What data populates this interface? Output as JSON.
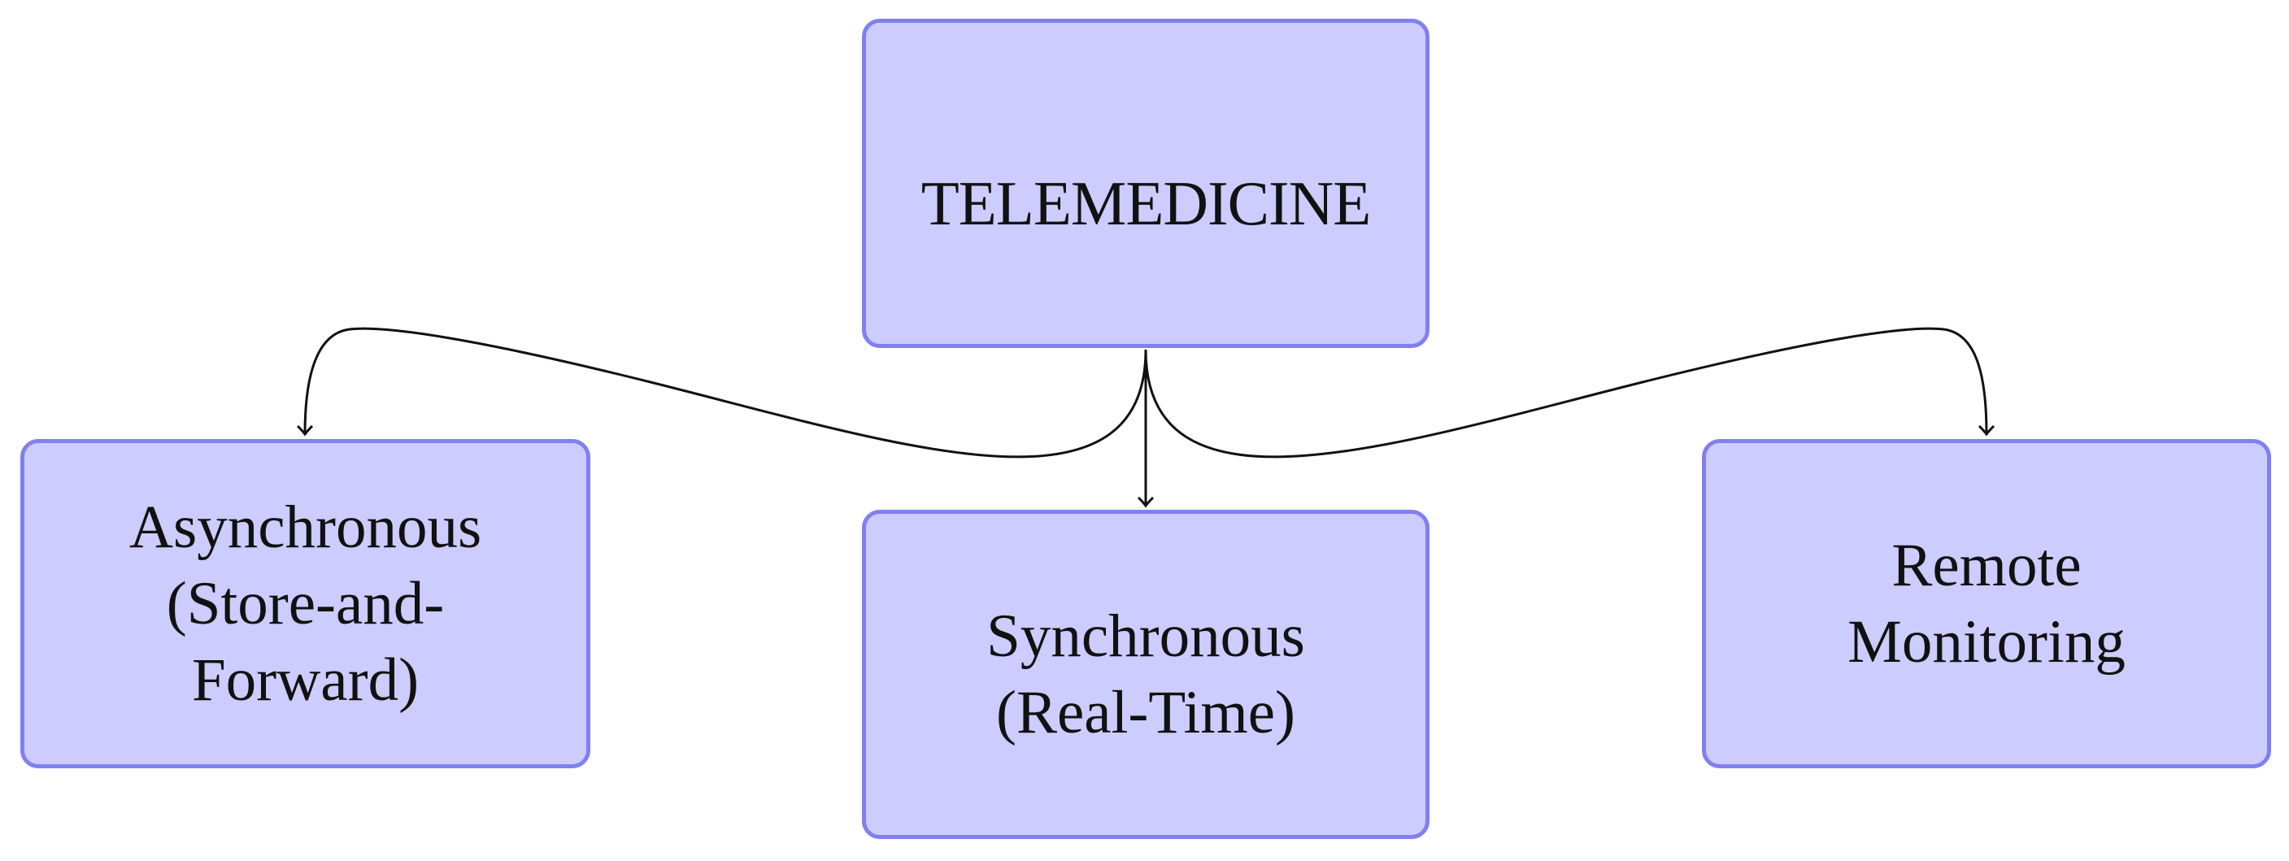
{
  "diagram": {
    "root": {
      "label": "TELEMEDICINE"
    },
    "children": [
      {
        "id": "left",
        "lines": [
          "Asynchronous",
          "(Store-and-",
          "Forward)"
        ]
      },
      {
        "id": "center",
        "lines": [
          "Synchronous",
          "(Real-Time)"
        ]
      },
      {
        "id": "right",
        "lines": [
          "Remote",
          "Monitoring"
        ]
      }
    ],
    "colors": {
      "node_fill": "#ccccff",
      "node_border": "#8080f2",
      "edge": "#111111",
      "text": "#111111"
    }
  }
}
